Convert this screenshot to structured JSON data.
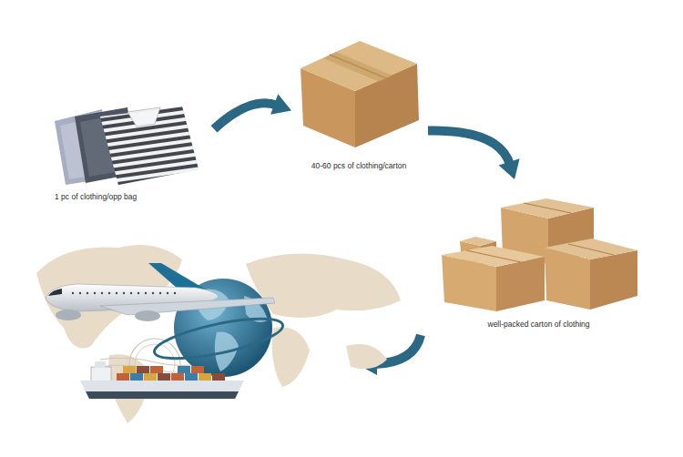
{
  "diagram": {
    "nodes": [
      {
        "text": [
          "1 pc of clothing/opp bag"
        ]
      },
      {
        "text": [
          "40-60 pcs of clothing/carton"
        ]
      },
      {
        "text": [
          "well-packed carton of clothing"
        ]
      }
    ],
    "edges": [
      {
        "from": 0,
        "to": 1,
        "arrow": "to"
      },
      {
        "from": 1,
        "to": 2,
        "arrow": "to"
      }
    ]
  }
}
